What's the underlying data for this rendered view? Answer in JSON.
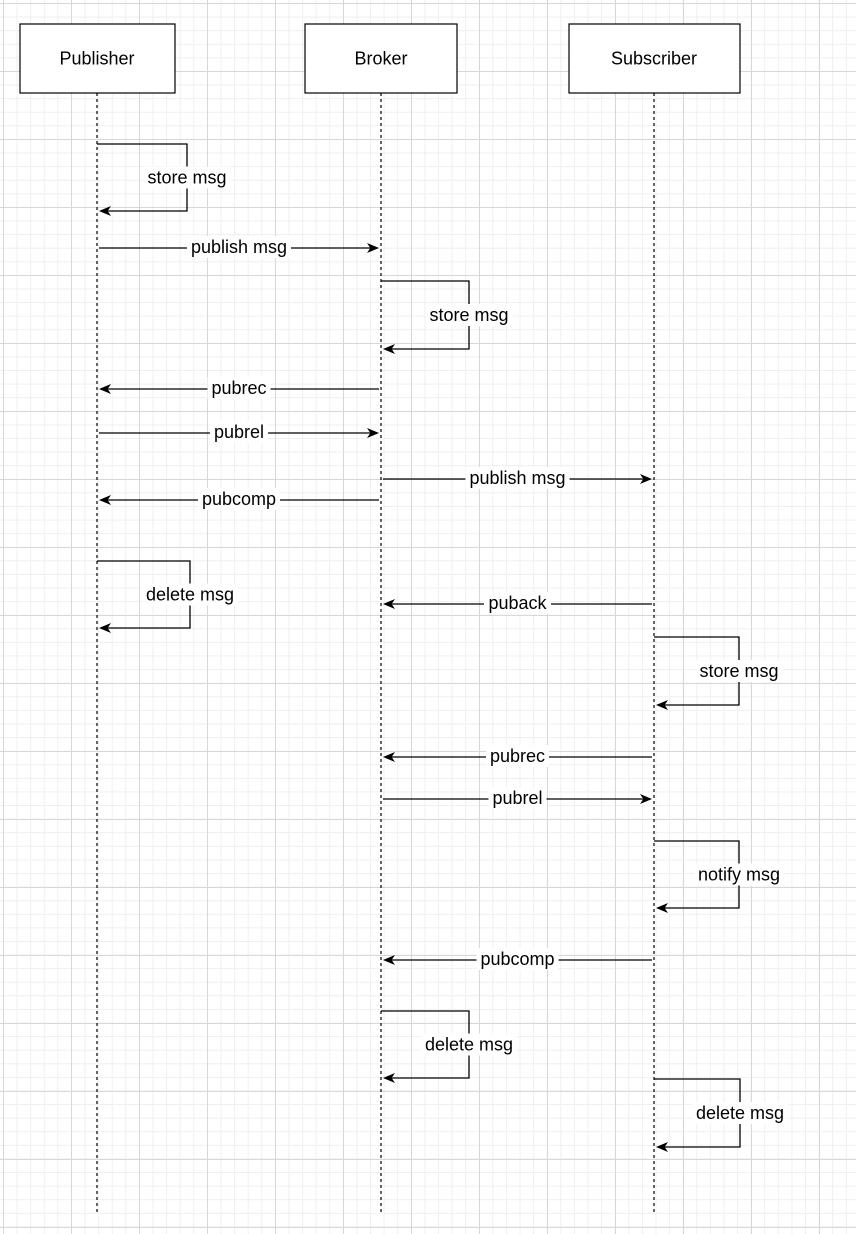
{
  "participants": [
    {
      "id": "publisher",
      "label": "Publisher"
    },
    {
      "id": "broker",
      "label": "Broker"
    },
    {
      "id": "subscriber",
      "label": "Subscriber"
    }
  ],
  "messages": [
    {
      "from": "publisher",
      "to": "publisher",
      "label": "store msg"
    },
    {
      "from": "publisher",
      "to": "broker",
      "label": "publish msg"
    },
    {
      "from": "broker",
      "to": "broker",
      "label": "store msg"
    },
    {
      "from": "broker",
      "to": "publisher",
      "label": "pubrec"
    },
    {
      "from": "publisher",
      "to": "broker",
      "label": "pubrel"
    },
    {
      "from": "broker",
      "to": "subscriber",
      "label": "publish msg"
    },
    {
      "from": "broker",
      "to": "publisher",
      "label": "pubcomp"
    },
    {
      "from": "publisher",
      "to": "publisher",
      "label": "delete msg"
    },
    {
      "from": "subscriber",
      "to": "broker",
      "label": "puback"
    },
    {
      "from": "subscriber",
      "to": "subscriber",
      "label": "store msg"
    },
    {
      "from": "subscriber",
      "to": "broker",
      "label": "pubrec"
    },
    {
      "from": "broker",
      "to": "subscriber",
      "label": "pubrel"
    },
    {
      "from": "subscriber",
      "to": "subscriber",
      "label": "notify msg"
    },
    {
      "from": "subscriber",
      "to": "broker",
      "label": "pubcomp"
    },
    {
      "from": "broker",
      "to": "broker",
      "label": "delete msg"
    },
    {
      "from": "subscriber",
      "to": "subscriber",
      "label": "delete msg"
    }
  ]
}
